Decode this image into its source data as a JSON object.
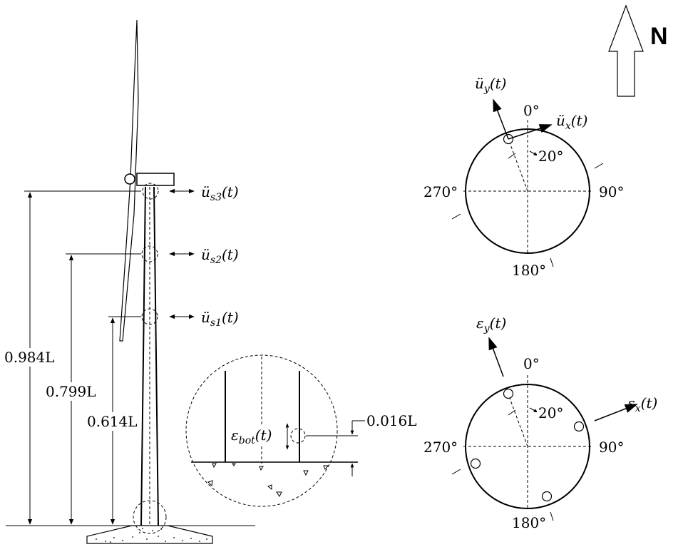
{
  "north": {
    "label": "N",
    "icon": "north-arrow-icon"
  },
  "tower": {
    "sensors": [
      {
        "base": "ü",
        "sub": "s3",
        "arg": "(t)"
      },
      {
        "base": "ü",
        "sub": "s2",
        "arg": "(t)"
      },
      {
        "base": "ü",
        "sub": "s1",
        "arg": "(t)"
      }
    ],
    "heights": [
      "0.984L",
      "0.799L",
      "0.614L"
    ]
  },
  "detail": {
    "strain": {
      "base": "ε",
      "sub": "bot",
      "arg": "(t)"
    },
    "offset": "0.016L"
  },
  "compass_top": {
    "north": "0°",
    "east": "90°",
    "south": "180°",
    "west": "270°",
    "angle": "20°",
    "ax": {
      "base": "ü",
      "sub": "x",
      "arg": "(t)"
    },
    "ay": {
      "base": "ü",
      "sub": "y",
      "arg": "(t)"
    }
  },
  "compass_bottom": {
    "north": "0°",
    "east": "90°",
    "south": "180°",
    "west": "270°",
    "angle": "20°",
    "ex": {
      "base": "ε",
      "sub": "x",
      "arg": "(t)"
    },
    "ey": {
      "base": "ε",
      "sub": "y",
      "arg": "(t)"
    }
  }
}
